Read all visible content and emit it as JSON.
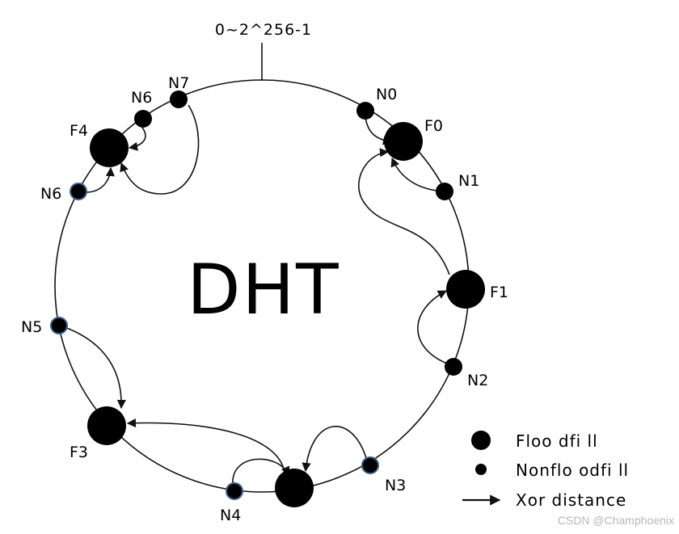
{
  "diagram": {
    "range_label": "0~2^256-1",
    "title": "DHT",
    "nodes": {
      "N0": "N0",
      "N1": "N1",
      "N2": "N2",
      "N3": "N3",
      "N4": "N4",
      "N5": "N5",
      "N6_top": "N6",
      "N6_left": "N6",
      "N7": "N7"
    },
    "flood_nodes": {
      "F0": "F0",
      "F1": "F1",
      "F3": "F3",
      "F4": "F4"
    },
    "legend": {
      "flood_fill": "Floo dfi ll",
      "nonflood_fill": "Nonflo odfi ll",
      "xor_distance": "Xor distance"
    },
    "colors": {
      "node_fill": "#000000",
      "blue_outline": "#3a5f8a",
      "edge": "#111111"
    }
  },
  "watermark": "CSDN @Champhoenix"
}
